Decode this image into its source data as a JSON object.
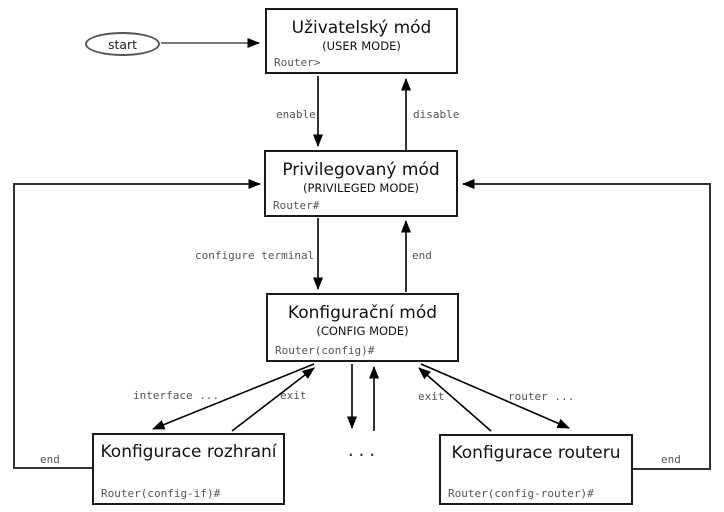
{
  "diagram": {
    "start_label": "start",
    "ellipsis": "...",
    "boxes": {
      "user": {
        "title": "Uživatelský mód",
        "subtitle": "(USER MODE)",
        "prompt": "Router>"
      },
      "privileged": {
        "title": "Privilegovaný mód",
        "subtitle": "(PRIVILEGED MODE)",
        "prompt": "Router#"
      },
      "config": {
        "title": "Konfigurační mód",
        "subtitle": "(CONFIG MODE)",
        "prompt": "Router(config)#"
      },
      "interface": {
        "title": "Konfigurace rozhraní",
        "prompt": "Router(config-if)#"
      },
      "router": {
        "title": "Konfigurace routeru",
        "prompt": "Router(config-router)#"
      }
    },
    "edge_labels": {
      "enable": "enable",
      "disable": "disable",
      "configure_terminal": "configure terminal",
      "end_mid": "end",
      "interface_cmd": "interface ...",
      "exit_left": "exit",
      "exit_right": "exit",
      "router_cmd": "router ...",
      "end_left": "end",
      "end_right": "end"
    },
    "colors": {
      "box_border": "#1a1a1a",
      "line": "#000000",
      "loop_line": "#333333",
      "label": "#555555",
      "ellipse_border": "#555555",
      "start_line": "#777777",
      "bg": "#ffffff"
    }
  }
}
